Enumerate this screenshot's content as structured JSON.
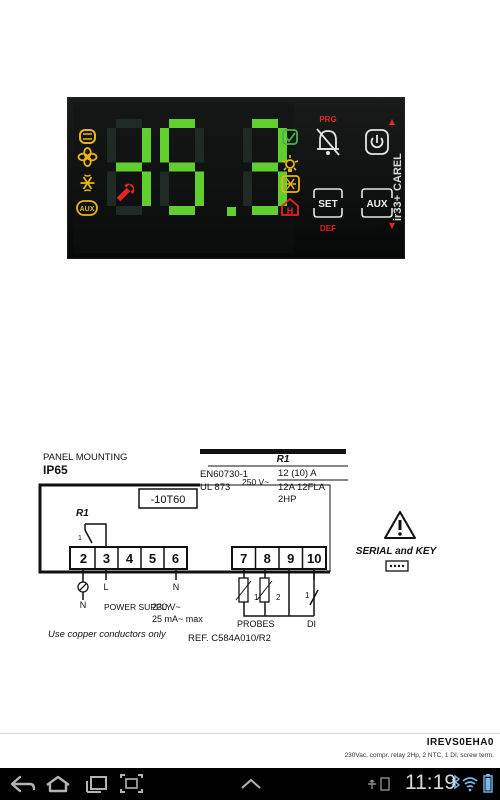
{
  "controller": {
    "display_value": "-15.3",
    "brand": "CAREL",
    "model": "ir33+",
    "buttons": {
      "prg_label": "PRG",
      "set_label": "SET",
      "def_label": "DEF",
      "aux_label": "AUX"
    },
    "left_aux_label": "AUX",
    "colors": {
      "digit_on": "#5fce2e",
      "digit_off": "#1f2a25",
      "panel": "#0c0d0d",
      "icon_yellow": "#e8b417",
      "icon_red": "#e62420",
      "icon_green": "#45b44b"
    }
  },
  "diagram": {
    "panel_mounting": "PANEL MOUNTING",
    "ip_rating": "IP65",
    "r1_relay_label": "R1",
    "r1_spec_label": "R1",
    "standard": "EN60730-1",
    "ul": "UL 873",
    "voltage": "250 V~",
    "rating_line1": "12 (10) A",
    "rating_line2": "12A 12FLA",
    "rating_line3": "2HP",
    "temp_range": "-10T60",
    "terminals_left": [
      "2",
      "3",
      "4",
      "5",
      "6"
    ],
    "terminals_right": [
      "7",
      "8",
      "9",
      "10"
    ],
    "relay_contact_label": "1",
    "label_N1": "N",
    "label_L": "L",
    "label_N2": "N",
    "power_supply": "POWER SUPPLY",
    "power_rating1": "230 V~",
    "power_rating2": "25 mA~ max",
    "copper_note": "Use copper conductors only",
    "probes_label": "PROBES",
    "probe1_label": "1",
    "probe2_label": "2",
    "di_contact_label": "1",
    "di_label": "DI",
    "ref": "REF. C584A010/R2",
    "serial_key": "SERIAL and KEY"
  },
  "footer": {
    "title": "IREVS0EHA0",
    "description": "230Vac, compr. relay 2Hp, 2 NTC, 1 DI, screw term."
  },
  "navbar": {
    "clock": "11:19"
  }
}
